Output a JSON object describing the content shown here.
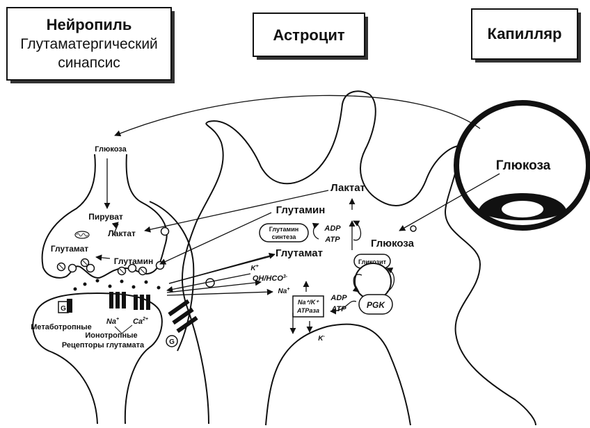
{
  "header_boxes": {
    "neuropil_title": "Нейропиль",
    "neuropil_line2": "Глутаматергический",
    "neuropil_line3": "синапсис",
    "astrocyte": "Астроцит",
    "capillary": "Капилляр"
  },
  "neuron": {
    "glucose": "Глюкоза",
    "pyruvate": "Пируват",
    "lactate": "Лактат",
    "glutamate": "Глутамат",
    "glutamine": "Глутамин",
    "na": "Na",
    "na_sup": "+",
    "ca": "Ca",
    "ca_sup": "2+",
    "g_left": "G",
    "g_right": "G",
    "metabotropic": "Метаботропные",
    "ionotropic": "Ионотропные",
    "receptors": "Рецепторы глутамата"
  },
  "astrocyte": {
    "lactate": "Лактат",
    "glutamine": "Глутамин",
    "glutamate": "Глутамат",
    "glutamine_synth_1": "Глутамин",
    "glutamine_synth_2": "синтеза",
    "adp_top": "ADP",
    "atp_top": "ATP",
    "glucose": "Глюкоза",
    "glycosit": "Гликозит",
    "pgk": "PGK",
    "adp_bottom": "ADP",
    "atp_bottom": "ATP",
    "pump_1": "Na⁺/K⁺",
    "pump_2": "ATPаза",
    "k_bottom": "K",
    "k_bottom_sup": "-",
    "k_ion": "K",
    "k_ion_sup": "+",
    "oh_hco": "OH/HCO",
    "oh_hco_sup": "3-",
    "na_ion": "Na",
    "na_ion_sup": "+"
  },
  "capillary": {
    "glucose": "Глюкоза"
  }
}
